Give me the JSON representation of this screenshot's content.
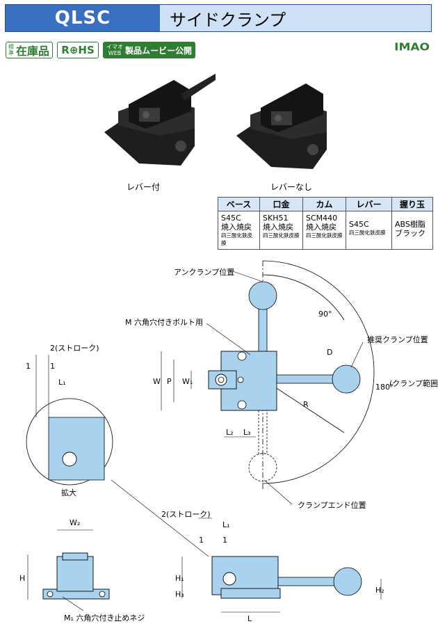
{
  "header": {
    "code": "QLSC",
    "name": "サイドクランプ"
  },
  "badges": {
    "stock_small": "標準",
    "stock_big": "在庫品",
    "rohs": "R⊕HS",
    "web_small_1": "イマオ",
    "web_small_2": "WEB",
    "web_big": "製品ムービー公開"
  },
  "logo": "IMAO",
  "photos": {
    "with_lever": "レバー付",
    "without_lever": "レバーなし"
  },
  "materials": {
    "headers": [
      "ベース",
      "口金",
      "カム",
      "レバー",
      "握り玉"
    ],
    "cells": [
      {
        "line1": "S45C",
        "line2": "焼入焼戻",
        "line3": "四三酸化鉄皮膜"
      },
      {
        "line1": "SKH51",
        "line2": "焼入焼戻",
        "line3": "四三酸化鉄皮膜"
      },
      {
        "line1": "SCM440",
        "line2": "焼入焼戻",
        "line3": "四三酸化鉄皮膜"
      },
      {
        "line1": "S45C",
        "line2": "四三酸化鉄皮膜",
        "line3": ""
      },
      {
        "line1": "ABS樹脂",
        "line2": "ブラック",
        "line3": ""
      }
    ]
  },
  "drawing": {
    "unclamp": "アンクランプ位置",
    "bolt": "M 六角穴付きボルト用",
    "recommended": "推奨クランプ位置",
    "clamp_range": "(クランプ範囲)",
    "clamp_end": "クランプエンド位置",
    "enlarge": "拡大",
    "set_screw": "M₁ 六角穴付き止めネジ",
    "stroke": "2(ストローク)",
    "deg90": "90°",
    "deg180": "180°",
    "dims": {
      "one": "1",
      "L1": "L₁",
      "L2": "L₂",
      "L3": "L₃",
      "W": "W",
      "P": "P",
      "W1": "W₁",
      "W2": "W₂",
      "R": "R",
      "D": "D",
      "H": "H",
      "H1": "H₁",
      "H2": "H₂",
      "H3": "H₃",
      "L": "L"
    }
  },
  "colors": {
    "title_dark": "#3a6fc0",
    "title_light": "#cfe2f5",
    "green": "#2e7d32",
    "part_fill": "#a8d2ee"
  }
}
